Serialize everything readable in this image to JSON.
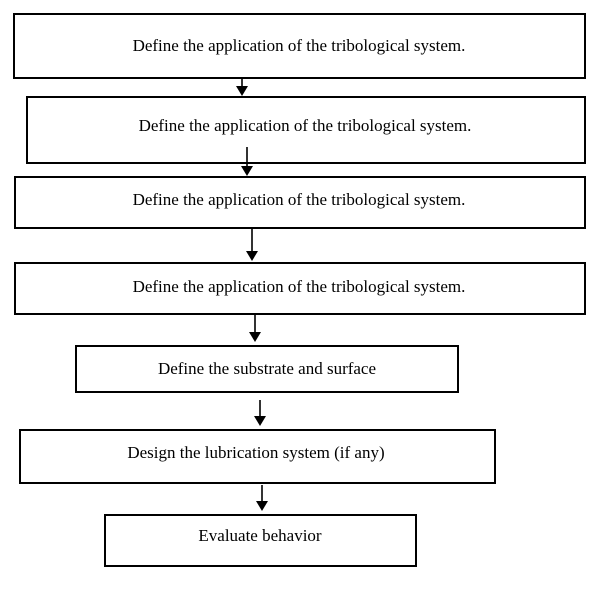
{
  "steps": [
    "Define the application of the tribological system.",
    "Define the application of the tribological system.",
    "Define the application of the tribological system.",
    "Define the application of the tribological system.",
    "Define the substrate and surface",
    "Design the lubrication system (if any)",
    "Evaluate behavior"
  ]
}
